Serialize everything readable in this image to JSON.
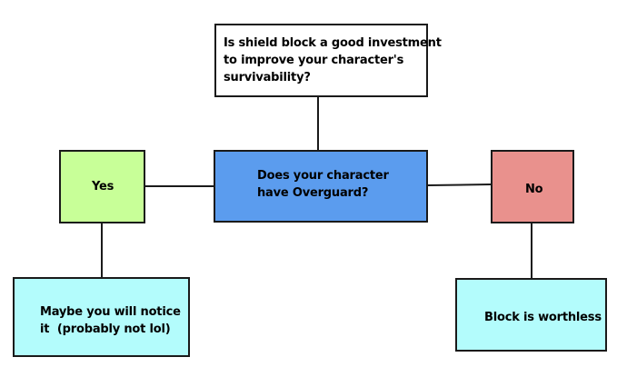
{
  "colors": {
    "question_fill": "#ffffff",
    "overguard_fill": "#5b9cee",
    "yes_fill": "#c8ff98",
    "no_fill": "#e9918d",
    "result_fill": "#b3fcfc",
    "line": "#1a1a1a"
  },
  "nodes": {
    "question": {
      "line1": "Is shield block a good investment",
      "line2": "to improve your character's",
      "line3": "survivability?"
    },
    "overguard": {
      "line1": "Does your character",
      "line2": "have Overguard?"
    },
    "yes": {
      "label": "Yes"
    },
    "no": {
      "label": "No"
    },
    "maybe": {
      "line1": "Maybe you will notice",
      "line2": "it  (probably not lol)"
    },
    "worthless": {
      "label": "Block is worthless"
    }
  }
}
